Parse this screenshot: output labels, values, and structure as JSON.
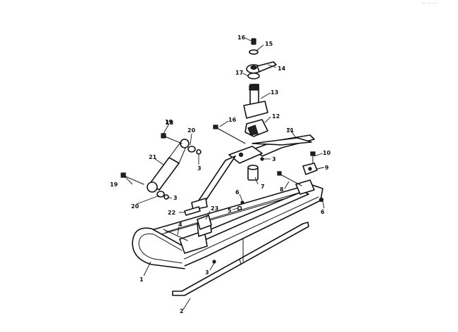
{
  "callouts": {
    "c1": "1",
    "c2": "2",
    "c3a": "3",
    "c3b": "3",
    "c3c": "3",
    "c3d": "3",
    "c4": "4",
    "c5": "5",
    "c6a": "6",
    "c6b": "6",
    "c7": "7",
    "c8": "8",
    "c9": "9",
    "c10": "10",
    "c11": "11",
    "c12": "12",
    "c13": "13",
    "c14": "14",
    "c15": "15",
    "c16a": "16",
    "c16b": "16",
    "c17": "17",
    "c18": "18",
    "c19a": "19",
    "c19b": "19",
    "c20a": "20",
    "c20b": "20",
    "c21": "21",
    "c22": "22",
    "c23": "23"
  },
  "corner_mark": "— — —"
}
